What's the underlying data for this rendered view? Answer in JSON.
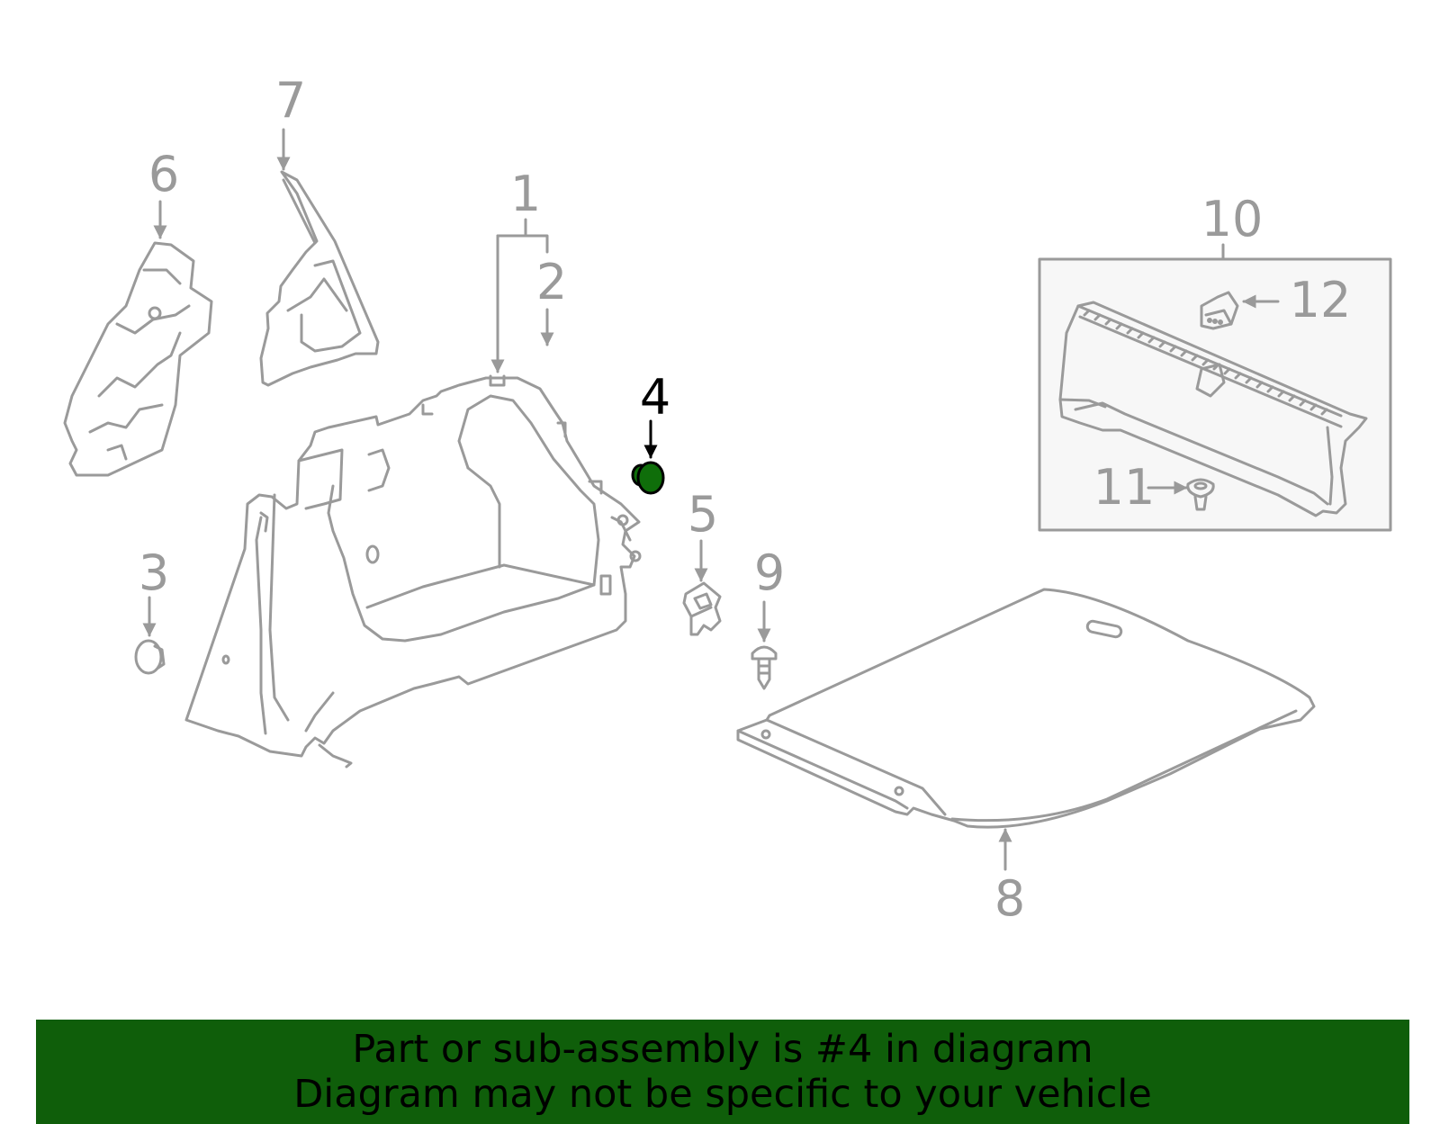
{
  "colors": {
    "line": "#9a9a9a",
    "highlight_fill": "#0f6e0a",
    "highlight_text": "#000000",
    "banner_bg": "#0f5e0a",
    "inset_bg": "#f7f7f7"
  },
  "callouts": [
    {
      "id": "1",
      "label": "1"
    },
    {
      "id": "2",
      "label": "2"
    },
    {
      "id": "3",
      "label": "3"
    },
    {
      "id": "4",
      "label": "4",
      "highlighted": true
    },
    {
      "id": "5",
      "label": "5"
    },
    {
      "id": "6",
      "label": "6"
    },
    {
      "id": "7",
      "label": "7"
    },
    {
      "id": "8",
      "label": "8"
    },
    {
      "id": "9",
      "label": "9"
    },
    {
      "id": "10",
      "label": "10"
    },
    {
      "id": "11",
      "label": "11"
    },
    {
      "id": "12",
      "label": "12"
    }
  ],
  "banner": {
    "line1": "Part or sub-assembly is #4 in diagram",
    "line2": "Diagram may not be specific to your vehicle"
  }
}
